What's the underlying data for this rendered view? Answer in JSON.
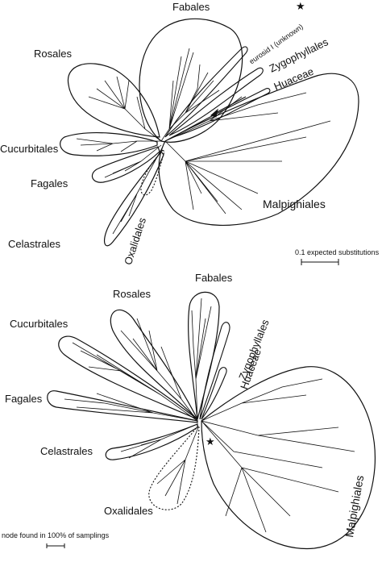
{
  "top_tree": {
    "labels": {
      "fabales": "Fabales",
      "rosales": "Rosales",
      "euroside": "eurosid I (unknown)",
      "zygophyllales": "Zygophyllales",
      "huaceae": "Huaceae",
      "cucurbitales": "Cucurbitales",
      "fagales": "Fagales",
      "celastrales": "Celastrales",
      "oxalidales": "Oxalidales",
      "malpighiales": "Malpighiales"
    },
    "star_glyph": "★",
    "scale_label": "0.1 expected substitutions"
  },
  "bottom_tree": {
    "labels": {
      "rosales": "Rosales",
      "fabales": "Fabales",
      "cucurbitales": "Cucurbitales",
      "zygophyllales": "Zygophyllales",
      "huaceae": "Huaceae",
      "fagales": "Fagales",
      "celastrales": "Celastrales",
      "oxalidales": "Oxalidales",
      "malpighiales": "Malpighiales"
    },
    "star_glyph": "★",
    "scale_label": "node found in 100% of samplings"
  },
  "colors": {
    "ink": "#111111",
    "background": "#ffffff"
  }
}
